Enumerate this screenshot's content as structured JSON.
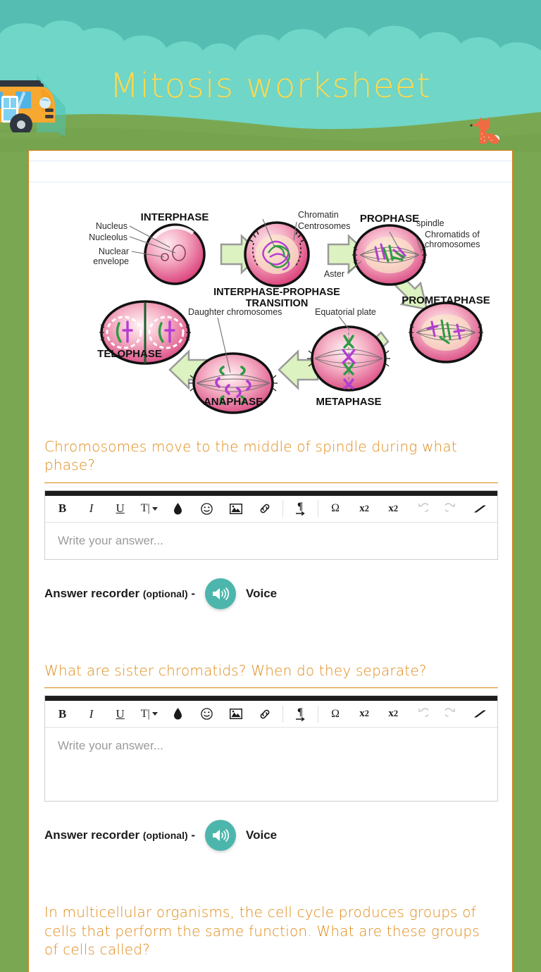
{
  "banner": {
    "title": "Mitosis worksheet",
    "title_color": "#ffd94d",
    "sky_color": "#55bdb2",
    "cloud_color": "#6fd6c8",
    "hill_color": "#7aa852",
    "bus_icon": "school-bus-icon",
    "fox_icon": "fox-icon"
  },
  "page": {
    "border_color": "#e07b10",
    "background": "#ffffff"
  },
  "diagram": {
    "alt": "mitosis-cell-cycle-diagram",
    "phase_labels": [
      "INTERPHASE",
      "INTERPHASE-PROPHASE",
      "TRANSITION",
      "PROPHASE",
      "PROMETAPHASE",
      "METAPHASE",
      "ANAPHASE",
      "TELOPHASE"
    ],
    "annotations": [
      "Nucleus",
      "Nucleolus",
      "Nuclear",
      "envelope",
      "Chromatin",
      "Centrosomes",
      "spindle",
      "Chromatids of",
      "chromosomes",
      "Aster",
      "Equatorial plate",
      "Daughter chromosomes"
    ],
    "arrow_color": "#d9f0bd",
    "arrow_outline": "#9a9a9a",
    "cell_color": "#e7638f",
    "chromosome_green": "#2e9a42",
    "chromosome_purple": "#b43cd2"
  },
  "toolbar": {
    "buttons": [
      {
        "name": "bold-button",
        "label": "B"
      },
      {
        "name": "italic-button",
        "label": "I"
      },
      {
        "name": "underline-button",
        "label": "U"
      },
      {
        "name": "font-size-button",
        "label": "T|"
      },
      {
        "name": "text-color-button",
        "label": "droplet-icon"
      },
      {
        "name": "emoji-button",
        "label": "smiley-icon"
      },
      {
        "name": "insert-image-button",
        "label": "image-icon"
      },
      {
        "name": "insert-link-button",
        "label": "link-icon"
      },
      {
        "name": "text-direction-button",
        "label": "pilcrow-icon"
      },
      {
        "name": "special-character-button",
        "label": "Ω"
      },
      {
        "name": "subscript-button",
        "label": "x2"
      },
      {
        "name": "superscript-button",
        "label": "x2"
      },
      {
        "name": "undo-button",
        "label": "undo-icon"
      },
      {
        "name": "redo-button",
        "label": "redo-icon"
      },
      {
        "name": "clear-format-button",
        "label": "eraser-icon"
      }
    ],
    "omega_label": "Ω",
    "sub_base": "x",
    "sub_script": "2",
    "sup_base": "x",
    "sup_script": "2"
  },
  "answer": {
    "placeholder": "Write your answer...",
    "recorder_label": "Answer recorder",
    "recorder_optional": "(optional)",
    "recorder_dash": "-",
    "voice_label": "Voice",
    "recorder_icon": "speaker-volume-icon",
    "recorder_color": "#4db6ac"
  },
  "questions": [
    {
      "id": 1,
      "text": "Chromosomes move to the middle of spindle during what phase?"
    },
    {
      "id": 2,
      "text": "What are sister chromatids? When do they separate?"
    },
    {
      "id": 3,
      "text": "In multicellular organisms, the cell cycle produces groups of cells that perform the same function. What are these groups of cells called?"
    }
  ]
}
